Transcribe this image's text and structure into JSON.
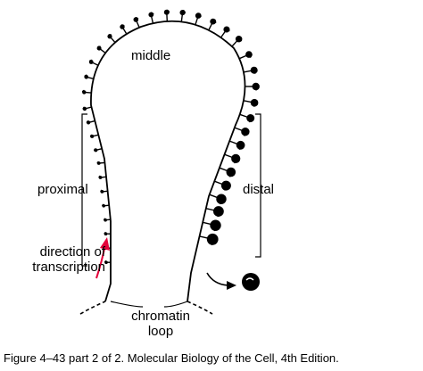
{
  "labels": {
    "middle": "middle",
    "proximal": "proximal",
    "distal": "distal",
    "direction_line1": "direction of",
    "direction_line2": "transcription",
    "chromatin_line1": "chromatin",
    "chromatin_line2": "loop"
  },
  "caption": "Figure 4–43 part 2 of 2. Molecular Biology of the Cell, 4th Edition.",
  "icons": {
    "direction_arrow": "red-arrow-icon",
    "release_arrow": "release-arrow-icon",
    "released_rna": "rnp-particle-icon"
  },
  "colors": {
    "line": "#000000",
    "arrow": "#e4003a",
    "background": "#ffffff"
  }
}
